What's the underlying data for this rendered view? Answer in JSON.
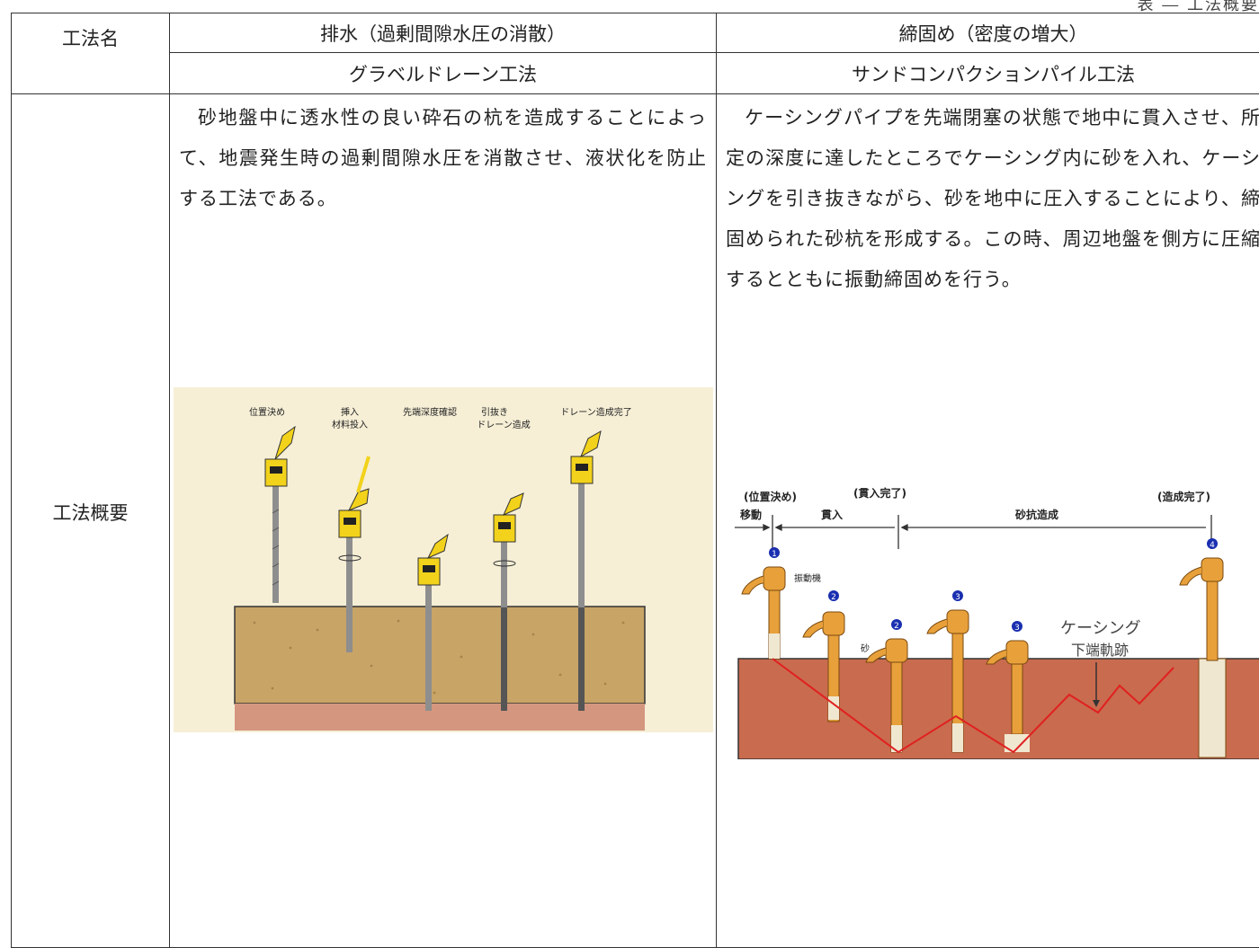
{
  "top_right_fragment": "表 ― 工法概要",
  "table": {
    "header_label": "工法名",
    "col_left_category": "排水（過剰間隙水圧の消散）",
    "col_right_category": "締固め（密度の増大）",
    "col_left_method": "グラベルドレーン工法",
    "col_right_method": "サンドコンパクションパイル工法",
    "row_label": "工法概要",
    "left_description": "砂地盤中に透水性の良い砕石の杭を造成することによって、地震発生時の過剰間隙水圧を消散させ、液状化を防止する工法である。",
    "right_description": "ケーシングパイプを先端閉塞の状態で地中に貫入させ、所定の深度に達したところでケーシング内に砂を入れ、ケーシングを引き抜きながら、砂を地中に圧入することにより、締固められた砂杭を形成する。この時、周辺地盤を側方に圧縮するとともに振動締固めを行う。"
  },
  "figure_left": {
    "labels": [
      "位置決め",
      "挿入",
      "材料投入",
      "先端深度確認",
      "引抜き",
      "ドレーン造成",
      "ドレーン造成完了"
    ],
    "colors": {
      "background": "#f6efd6",
      "soil": "#c8a467",
      "soil_lower": "#d4967f",
      "rig": "#f2d21b",
      "rod": "#8e8e8e"
    }
  },
  "figure_right": {
    "labels": {
      "step1": "(位置決め)",
      "move": "移動",
      "step2": "(貫入完了)",
      "penetrate": "貫入",
      "build": "砂抗造成",
      "step3": "(造成完了)",
      "vibrator": "振動機",
      "sand": "砂",
      "casing_line1": "ケーシング",
      "casing_line2": "下端軌跡"
    },
    "step_badges": [
      "1",
      "2",
      "2",
      "3",
      "3",
      "4"
    ],
    "colors": {
      "soil": "#c96b4e",
      "casing": "#e8a03a",
      "trace": "#e02020",
      "badge": "#1a2fb0"
    }
  }
}
